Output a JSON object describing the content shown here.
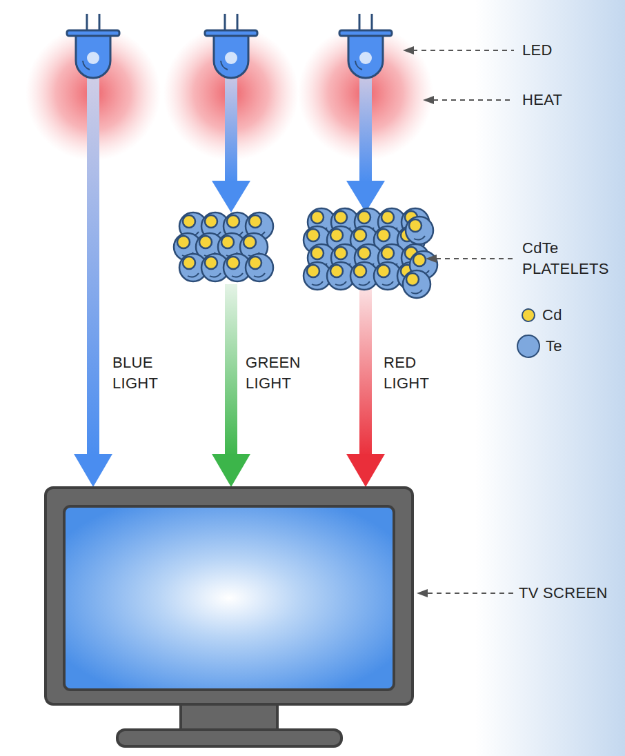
{
  "diagram": {
    "labels": [
      "LED",
      "HEAT",
      "CdTe PLATELETS",
      "BLUE LIGHT",
      "GREEN LIGHT",
      "RED LIGHT",
      "TV SCREEN"
    ],
    "legend": [
      {
        "text": "Cd",
        "color": "#f6d43c"
      },
      {
        "text": "Te",
        "color": "#7ea8de"
      }
    ]
  }
}
